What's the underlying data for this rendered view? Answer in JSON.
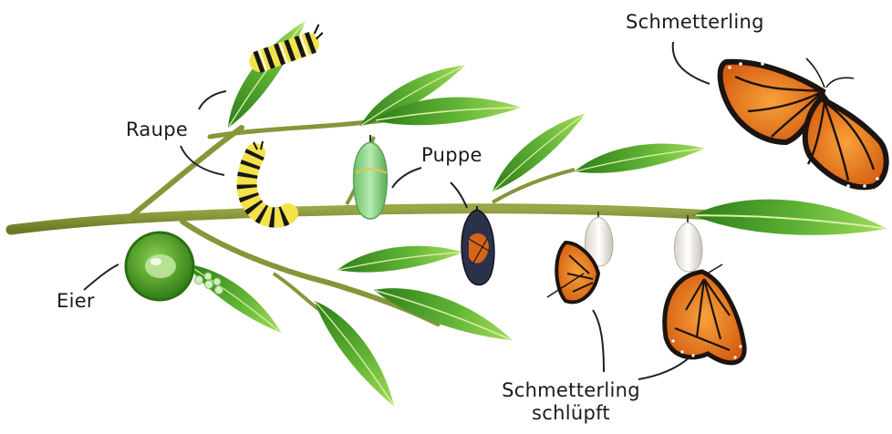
{
  "labels": {
    "raupe": "Raupe",
    "puppe": "Puppe",
    "eier": "Eier",
    "schmetterling": "Schmetterling",
    "schluepft_line1": "Schmetterling",
    "schluepft_line2": "schlüpft"
  },
  "colors": {
    "stem": "#7f8f2f",
    "leaf_dark": "#2e7d1a",
    "leaf_light": "#8fd14f",
    "wing_orange": "#e8721c",
    "wing_black": "#1b1410",
    "chrysalis_green": "#8fd68a",
    "egg_green": "#4fa82c"
  },
  "icons": [
    "caterpillar-icon",
    "chrysalis-icon",
    "butterfly-icon",
    "egg-icon",
    "leaf-icon"
  ]
}
